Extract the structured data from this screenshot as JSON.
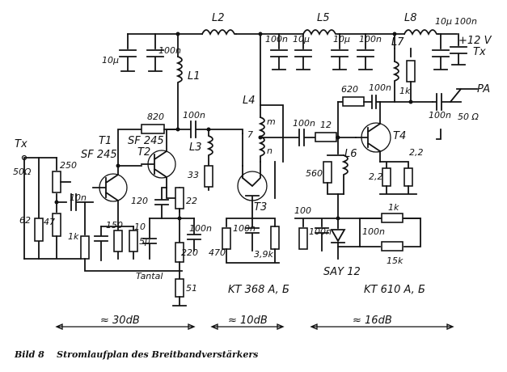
{
  "labels": {
    "L1": "L1",
    "L2": "L2",
    "L3": "L3",
    "L4": "L4",
    "L5": "L5",
    "L6": "L6",
    "L7": "L7",
    "L8": "L8",
    "T1": "T1",
    "T2": "T2",
    "T3": "T3",
    "T4": "T4",
    "sf245a": "SF 245",
    "sf245b": "SF 245",
    "tx_in": "Tx",
    "tx_out": "Tx",
    "pa": "PA",
    "ohm_in": "50Ω",
    "ohm_out": "50 Ω",
    "vcc": "+12 V",
    "tantal": "Tantal",
    "say12": "SAY 12",
    "kt368": "KT 368 A, Б",
    "kt610": "KT 610 A, Б",
    "m": "m",
    "n": "n",
    "seven": "7",
    "r62": "62",
    "r250": "250",
    "r47": "47",
    "r1k_a": "1k",
    "r820": "820",
    "r150": "150",
    "r10": "10",
    "r22": "22",
    "r220": "220",
    "r51": "51",
    "r33": "33",
    "r470": "470",
    "r3_9k": "3,9k",
    "r12": "12",
    "r560": "560",
    "r620": "620",
    "r1k_b": "1k",
    "r2_2a": "2,2",
    "r2_2b": "2,2",
    "r1k_c": "1k",
    "r15k": "15k",
    "r100": "100",
    "c10n": "10n",
    "c120": "120",
    "c5u": "5µ",
    "c100n_a": "100n",
    "c100n_b": "100n",
    "c100n_c": "100n",
    "c100n_d": "100n",
    "c100n_e": "100n",
    "c100n_f": "100n",
    "c100n_g": "100n",
    "c100n_h": "100n",
    "c100n_i": "100n",
    "c100n_j": "100n",
    "c100n_k": "100n",
    "c100n_l": "100n",
    "c10u_a": "10µ",
    "c10u_b": "10µ",
    "c10u_c": "10µ",
    "c10u_d": "10µ"
  },
  "gains": {
    "stage1": "≈ 30dB",
    "stage2": "≈ 10dB",
    "stage3": "≈ 16dB"
  },
  "caption": "Bild 8    Stromlaufplan des Breitbandverstärkers"
}
